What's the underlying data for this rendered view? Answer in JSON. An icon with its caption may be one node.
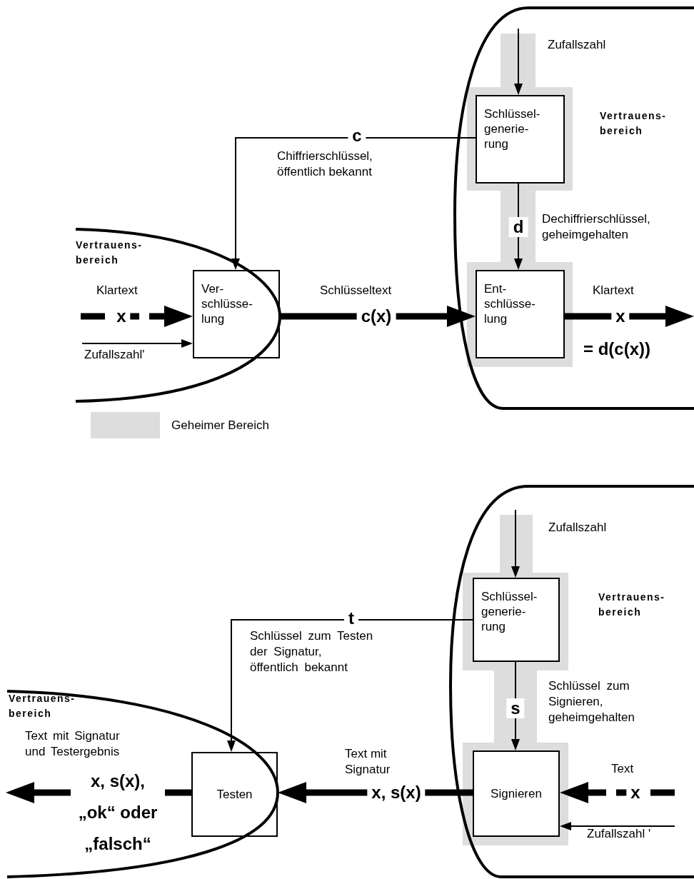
{
  "diagram": {
    "nodes": [
      {
        "text": [
          "Vertrauens- bereich"
        ]
      },
      {
        "text": [
          "Schlüssel- generie- rung"
        ],
        "in": 0
      },
      {
        "text": [
          "Vertrauens- bereich"
        ]
      },
      {
        "text": [
          "Ver- schlüsse- lung"
        ],
        "in": 2
      },
      {
        "text": [
          "Ent- schlüsse- lung"
        ],
        "in": 0
      },
      {
        "text": [
          "Vertrauens- bereich"
        ]
      },
      {
        "text": [
          "Schlüssel- generie- rung"
        ],
        "in": 5
      },
      {
        "text": [
          "Vertrauens- bereich"
        ]
      },
      {
        "text": [
          "Testen"
        ],
        "in": 7
      },
      {
        "text": [
          "Signieren"
        ],
        "in": 5
      }
    ],
    "edges": [
      {
        "from": 0,
        "to": 1,
        "arrow": "to"
      },
      {
        "from": 1,
        "to": 3,
        "arrow": "to",
        "label": "c"
      },
      {
        "from": 1,
        "to": 4,
        "arrow": "to",
        "label": "d"
      },
      {
        "from": 3,
        "to": 4,
        "arrow": "to",
        "label": "c(x)",
        "style": "thick"
      },
      {
        "from": 2,
        "to": 3,
        "arrow": "to",
        "label": "x",
        "style": "dashed"
      },
      {
        "from": 2,
        "to": 3,
        "arrow": "to"
      },
      {
        "from": 4,
        "to": null,
        "arrow": "to",
        "label": "x",
        "style": "thick"
      },
      {
        "from": 5,
        "to": 6,
        "arrow": "to"
      },
      {
        "from": 6,
        "to": 8,
        "arrow": "to",
        "label": "t"
      },
      {
        "from": 6,
        "to": 9,
        "arrow": "to",
        "label": "s"
      },
      {
        "from": 9,
        "to": 8,
        "arrow": "to",
        "label": "x, s(x)",
        "style": "thick"
      },
      {
        "from": null,
        "to": 9,
        "arrow": "to",
        "label": "x",
        "style": "dashed"
      },
      {
        "from": null,
        "to": 9,
        "arrow": "to"
      },
      {
        "from": 8,
        "to": 7,
        "arrow": "to",
        "label": "x, s(x), „ok“ oder „falsch“",
        "style": "thick"
      }
    ],
    "labels": [
      "Zufallszahl",
      "Chiffrierschlüssel, öffentlich bekannt",
      "Dechiffrierschlüssel, geheimgehalten",
      "Klartext",
      "Zufallszahl'",
      "Schlüsseltext",
      "Klartext",
      "= d(c(x))",
      "Zufallszahl",
      "Schlüssel zum Testen der Signatur, öffentlich bekannt",
      "Schlüssel zum Signieren, geheimgehalten",
      "Text mit Signatur und Testergebnis",
      "Text mit Signatur",
      "Text",
      "Zufallszahl '"
    ],
    "legend": [
      {
        "text": "Geheimer Bereich",
        "color": "#dddddd"
      }
    ]
  }
}
